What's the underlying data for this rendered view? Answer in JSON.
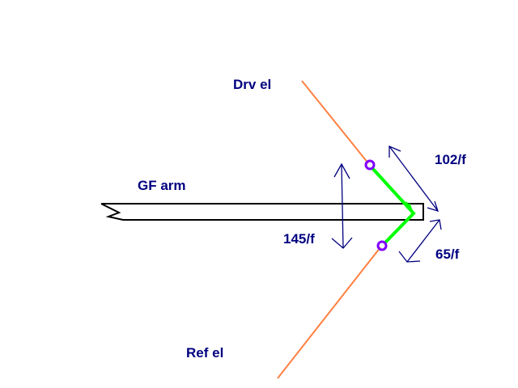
{
  "labels": {
    "driven_element": "Drv el",
    "gf_arm": "GF arm",
    "reflector_element": "Ref el",
    "dim_vertical": "145/f",
    "dim_upper": "102/f",
    "dim_lower": "65/f"
  },
  "colors": {
    "element": "#ff8040",
    "hairpin": "#00ff00",
    "junction": "#8000ff",
    "dimension": "#000080",
    "arm": "#000000"
  }
}
